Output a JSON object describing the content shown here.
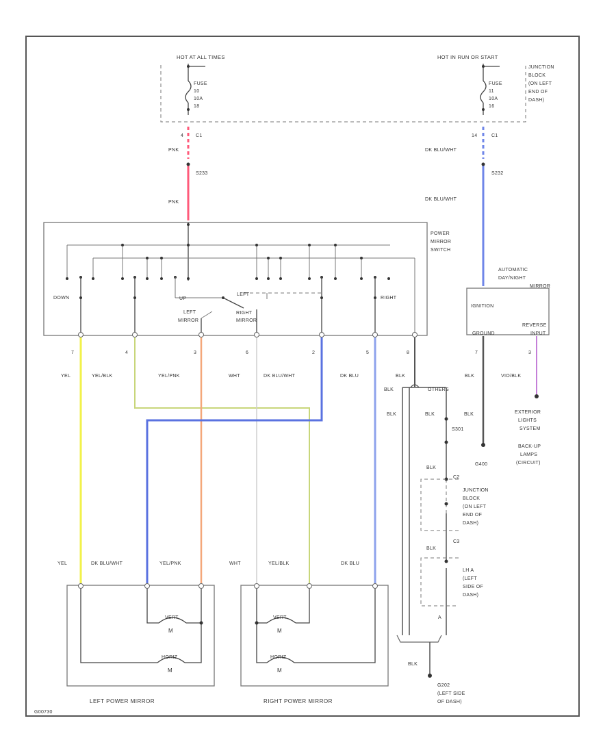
{
  "top": {
    "hot_all_times": "HOT AT ALL TIMES",
    "hot_run_start": "HOT IN RUN OR START",
    "fuse_left": [
      "FUSE",
      "10",
      "10A",
      "18"
    ],
    "fuse_right": [
      "FUSE",
      "11",
      "10A",
      "16"
    ],
    "junction_block": [
      "JUNCTION",
      "BLOCK",
      "(ON LEFT",
      "END OF",
      "DASH)"
    ]
  },
  "feed_left": {
    "pin": "4",
    "conn": "C1",
    "wire1": "PNK",
    "splice": "S233",
    "wire2": "PNK"
  },
  "feed_right": {
    "pin": "14",
    "conn": "C1",
    "wire1": "DK BLU/WHT",
    "splice": "S232",
    "wire2": "DK BLU/WHT"
  },
  "switch": {
    "title": [
      "POWER",
      "MIRROR",
      "SWITCH"
    ],
    "down": "DOWN",
    "up": "UP",
    "left": "LEFT",
    "right": "RIGHT",
    "left_mirror": [
      "LEFT",
      "MIRROR"
    ],
    "right_mirror": [
      "RIGHT",
      "MIRROR"
    ]
  },
  "switch_pins": [
    "7",
    "4",
    "3",
    "6",
    "2",
    "5",
    "8"
  ],
  "switch_wires": [
    "YEL",
    "YEL/BLK",
    "YEL/PNK",
    "WHT",
    "DK BLU/WHT",
    "DK BLU",
    "BLK"
  ],
  "auto_mirror": {
    "title": [
      "AUTOMATIC",
      "DAY/NIGHT",
      "MIRROR"
    ],
    "ignition": "IGNITION",
    "reverse_input": [
      "REVERSE",
      "INPUT"
    ],
    "ground": "GROUND",
    "pin_gnd": "7",
    "pin_rev": "3",
    "wire_gnd": "BLK",
    "wire_rev": "VIO/BLK",
    "ground_ref": "G400",
    "exterior": [
      "EXTERIOR",
      "LIGHTS",
      "SYSTEM"
    ],
    "backup": [
      "BACK-UP",
      "LAMPS",
      "(CIRCUIT)"
    ]
  },
  "ground_path": {
    "blk_top": "BLK",
    "other": "OTHERS",
    "blk_mid": "BLK",
    "blk_side": "BLK",
    "blk_right": "BLK",
    "splice": "S301",
    "blk_c2": "BLK",
    "c2": "C2",
    "junction": [
      "JUNCTION",
      "BLOCK",
      "(ON LEFT",
      "END OF",
      "DASH)"
    ],
    "blk_c3": "BLK",
    "c3": "C3",
    "lh_kick": [
      "LH A",
      "(LEFT",
      "SIDE OF",
      "DASH)"
    ],
    "pin_a": "A",
    "blk_bottom": "BLK",
    "g_loc": [
      "G202",
      "(LEFT SIDE",
      "OF DASH)"
    ]
  },
  "mirror_wires": {
    "left": [
      "YEL",
      "DK BLU/WHT",
      "YEL/PNK"
    ],
    "right": [
      "WHT",
      "YEL/BLK",
      "DK BLU"
    ]
  },
  "mirrors": {
    "left_title": "LEFT POWER MIRROR",
    "right_title": "RIGHT POWER MIRROR",
    "horiz": "HORIZ",
    "vert": "VERT",
    "motor": "M"
  },
  "figure_id": "G00730"
}
